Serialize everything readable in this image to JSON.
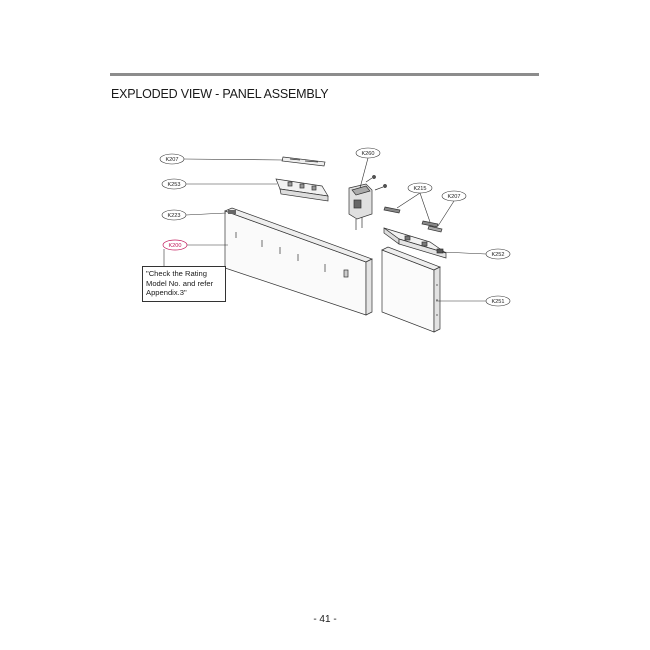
{
  "page": {
    "title": "EXPLODED VIEW - PANEL ASSEMBLY",
    "page_number": "- 41 -"
  },
  "callouts": {
    "k207_left": "K207",
    "k253": "K253",
    "k223": "K223",
    "k200": "K200",
    "k260": "K260",
    "k215": "K215",
    "k207_right": "K207",
    "k252": "K252",
    "k251": "K251"
  },
  "note": {
    "line1": "\"Check the Rating",
    "line2": "Model No. and refer",
    "line3": "Appendix.3\""
  },
  "colors": {
    "highlight_callout": "#c2185b",
    "rule": "#8c8c8c"
  }
}
